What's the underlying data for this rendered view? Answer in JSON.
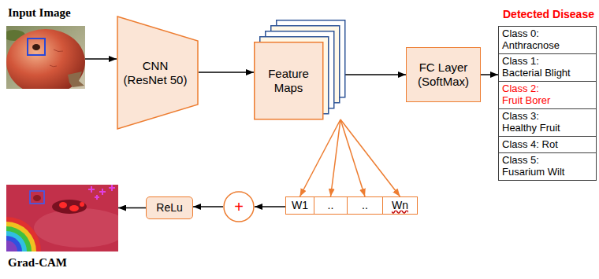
{
  "diagram": {
    "nodes": [
      {
        "text": [
          "Input Image"
        ]
      },
      {
        "text": [
          "CNN",
          "(ResNet 50)"
        ]
      },
      {
        "text": [
          "Feature Maps"
        ]
      },
      {
        "text": [
          "FC Layer (SoftMax)"
        ]
      },
      {
        "text": [
          "Detected Disease"
        ]
      },
      {
        "text": [
          "Class 0: Anthracnose"
        ],
        "in": 4
      },
      {
        "text": [
          "Class 1: Bacterial Blight"
        ],
        "in": 4
      },
      {
        "text": [
          "Class 2: Fruit Borer"
        ],
        "in": 4
      },
      {
        "text": [
          "Class 3: Healthy Fruit"
        ],
        "in": 4
      },
      {
        "text": [
          "Class 4: Rot"
        ],
        "in": 4
      },
      {
        "text": [
          "Class 5: Fusarium Wilt"
        ],
        "in": 4
      },
      {
        "text": [
          "W1"
        ]
      },
      {
        "text": [
          ".."
        ]
      },
      {
        "text": [
          ".."
        ]
      },
      {
        "text": [
          "Wn"
        ]
      },
      {
        "text": [
          "+"
        ]
      },
      {
        "text": [
          "ReLu"
        ]
      },
      {
        "text": [
          "Grad-CAM"
        ]
      }
    ],
    "edges": [
      {
        "from": 0,
        "to": 1,
        "arrow": "to"
      },
      {
        "from": 1,
        "to": 2,
        "arrow": "to"
      },
      {
        "from": 2,
        "to": 3,
        "arrow": "to"
      },
      {
        "from": 3,
        "to": 4,
        "arrow": "to"
      },
      {
        "from": 2,
        "to": 11,
        "arrow": "to"
      },
      {
        "from": 2,
        "to": 12,
        "arrow": "to"
      },
      {
        "from": 2,
        "to": 13,
        "arrow": "to"
      },
      {
        "from": 2,
        "to": 14,
        "arrow": "to"
      },
      {
        "from": 11,
        "to": 15,
        "arrow": "to"
      },
      {
        "from": 15,
        "to": 16,
        "arrow": "to"
      },
      {
        "from": 16,
        "to": 17,
        "arrow": "to"
      }
    ]
  }
}
